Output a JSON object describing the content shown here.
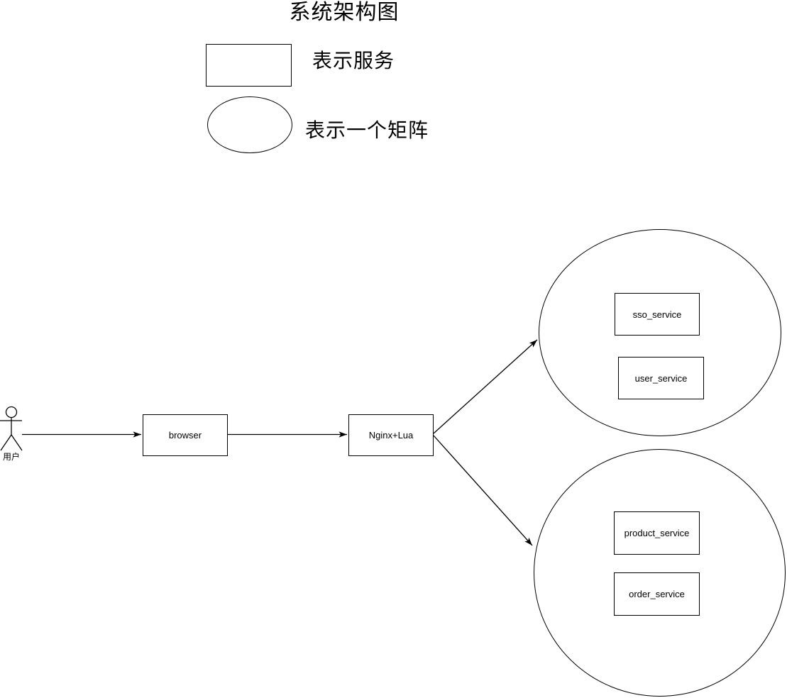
{
  "title": "系统架构图",
  "legend": {
    "items": [
      {
        "shape": "rectangle",
        "label": "表示服务"
      },
      {
        "shape": "ellipse",
        "label": "表示一个矩阵"
      }
    ]
  },
  "actor": {
    "label": "用户",
    "icon": "stick-figure"
  },
  "nodes": [
    {
      "id": "browser",
      "label": "browser",
      "shape": "rectangle"
    },
    {
      "id": "nginx",
      "label": "Nginx+Lua",
      "shape": "rectangle"
    },
    {
      "id": "sso_service",
      "label": "sso_service",
      "shape": "rectangle"
    },
    {
      "id": "user_service",
      "label": "user_service",
      "shape": "rectangle"
    },
    {
      "id": "product_service",
      "label": "product_service",
      "shape": "rectangle"
    },
    {
      "id": "order_service",
      "label": "order_service",
      "shape": "rectangle"
    }
  ],
  "clusters": [
    {
      "id": "sso-user-cluster",
      "shape": "ellipse",
      "contains": [
        "sso_service",
        "user_service"
      ]
    },
    {
      "id": "product-order-cluster",
      "shape": "ellipse",
      "contains": [
        "product_service",
        "order_service"
      ]
    }
  ],
  "edges": [
    {
      "from": "actor",
      "to": "browser",
      "arrow": true
    },
    {
      "from": "browser",
      "to": "nginx",
      "arrow": true
    },
    {
      "from": "nginx",
      "to": "sso-user-cluster",
      "arrow": true
    },
    {
      "from": "nginx",
      "to": "product-order-cluster",
      "arrow": true
    }
  ],
  "colors": {
    "background": "#ffffff",
    "stroke": "#000000",
    "text": "#000000"
  }
}
